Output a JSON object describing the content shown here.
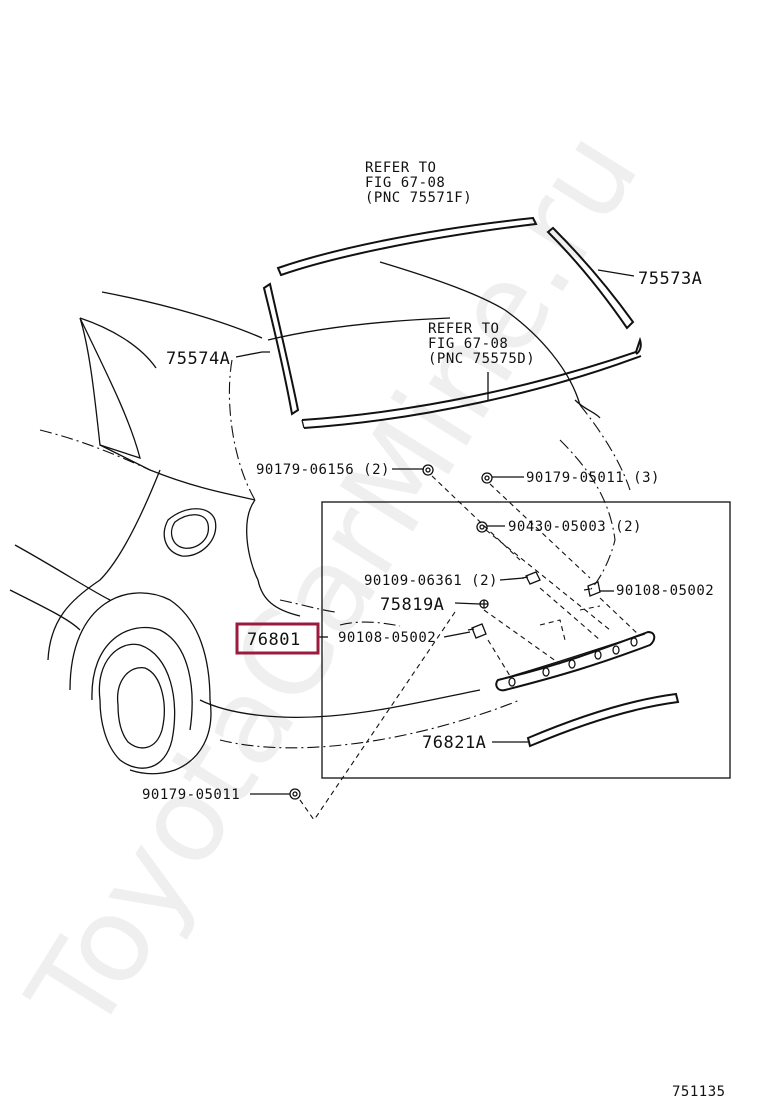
{
  "watermark": "ToyotaCarMine.ru",
  "figure_id": "751135",
  "callouts": {
    "refer_top": {
      "line1": "REFER TO",
      "line2": "FIG 67-08",
      "line3": "(PNC 75571F)"
    },
    "refer_mid": {
      "line1": "REFER TO",
      "line2": "FIG 67-08",
      "line3": "(PNC 75575D)"
    },
    "p75573A": "75573A",
    "p75574A": "75574A",
    "p90179_06156": "90179-06156 (2)",
    "p90179_05011_3": "90179-05011 (3)",
    "p90430_05003": "90430-05003 (2)",
    "p90109_06361": "90109-06361 (2)",
    "p90108_05002_r": "90108-05002",
    "p75819A": "75819A",
    "p76801": "76801",
    "p90108_05002_l": "90108-05002",
    "p76821A": "76821A",
    "p90179_05011": "90179-05011"
  },
  "colors": {
    "highlight": "#9b1b3f",
    "ink": "#111111"
  }
}
